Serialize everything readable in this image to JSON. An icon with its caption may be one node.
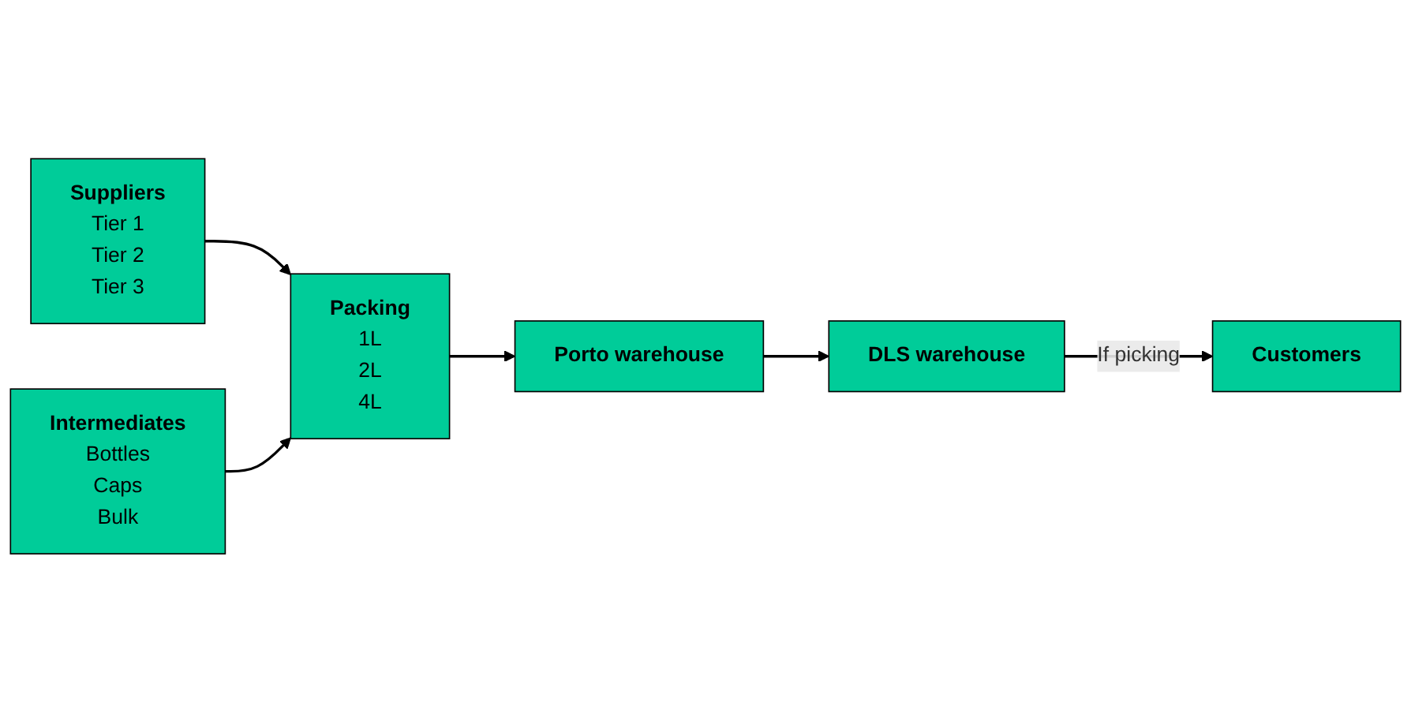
{
  "diagram": {
    "nodes": [
      {
        "text": [
          "Suppliers",
          "Tier 1",
          "Tier 2",
          "Tier 3"
        ]
      },
      {
        "text": [
          "Intermediates",
          "Bottles",
          "Caps",
          "Bulk"
        ]
      },
      {
        "text": [
          "Packing",
          "1L",
          "2L",
          "4L"
        ]
      },
      {
        "text": [
          "Porto warehouse"
        ]
      },
      {
        "text": [
          "DLS warehouse"
        ]
      },
      {
        "text": [
          "Customers"
        ]
      }
    ],
    "edges": [
      {
        "from": 0,
        "to": 2,
        "arrow": "to"
      },
      {
        "from": 1,
        "to": 2,
        "arrow": "to"
      },
      {
        "from": 2,
        "to": 3,
        "arrow": "to"
      },
      {
        "from": 3,
        "to": 4,
        "arrow": "to"
      },
      {
        "from": 4,
        "to": 5,
        "arrow": "to",
        "label": "If picking"
      }
    ]
  }
}
